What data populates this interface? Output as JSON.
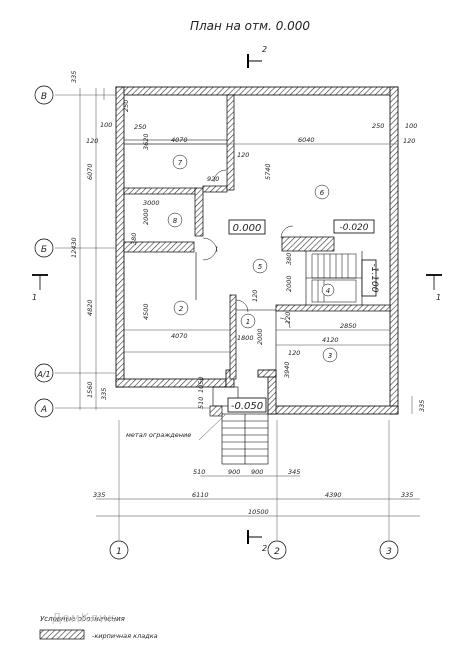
{
  "title": "План на отм. 0.000",
  "section_mark": "2",
  "axes": {
    "v1": "1",
    "v2": "2",
    "v3": "3",
    "hB": "В",
    "hBb": "Б",
    "hA1": "А/1",
    "hA": "А"
  },
  "levels": {
    "main": "0.000",
    "stair": "-0.020",
    "landing": "-1.100",
    "entrance": "-0.050"
  },
  "rooms": {
    "r1": "1",
    "r2": "2",
    "r3": "3",
    "r4": "4",
    "r5": "5",
    "r6": "6",
    "r7": "7",
    "r8": "8"
  },
  "dims": {
    "top_335": "335",
    "top_100a": "100",
    "top_250a": "250",
    "top_120a": "120",
    "top_4070": "4070",
    "top_6040": "6040",
    "top_250b": "250",
    "top_100b": "100",
    "top_120b": "120",
    "v_3620": "3620",
    "v_5740": "5740",
    "v_120a": "120",
    "v_920": "920",
    "v_3000": "3000",
    "v_2000a": "2000",
    "v_380a": "380",
    "v_380b": "380",
    "v_2000b": "2000",
    "v_4500": "4500",
    "v_4070": "4070",
    "v_1800": "1800",
    "v_2000c": "2000",
    "v_120c": "120",
    "v_120d": "120",
    "v_2850": "2850",
    "v_4120": "4120",
    "v_120e": "120",
    "v_3940": "3940",
    "left_6070": "6070",
    "left_12430": "12430",
    "left_4820": "4820",
    "left_1560": "1560",
    "left_335": "335",
    "right_335": "335",
    "porch_510a": "510",
    "porch_1050": "1050",
    "porch_510b": "510",
    "porch_900a": "900",
    "porch_900b": "900",
    "porch_345": "345",
    "bot_335a": "335",
    "bot_6110": "6110",
    "bot_4390": "4390",
    "bot_335b": "335",
    "bot_10500": "10500"
  },
  "labels": {
    "fence": "метал ограждение",
    "cut1": "1"
  },
  "legend": {
    "title": "Условные обозначения",
    "brick": "-кирпичная кладка"
  },
  "watermark": "ДомКлик"
}
